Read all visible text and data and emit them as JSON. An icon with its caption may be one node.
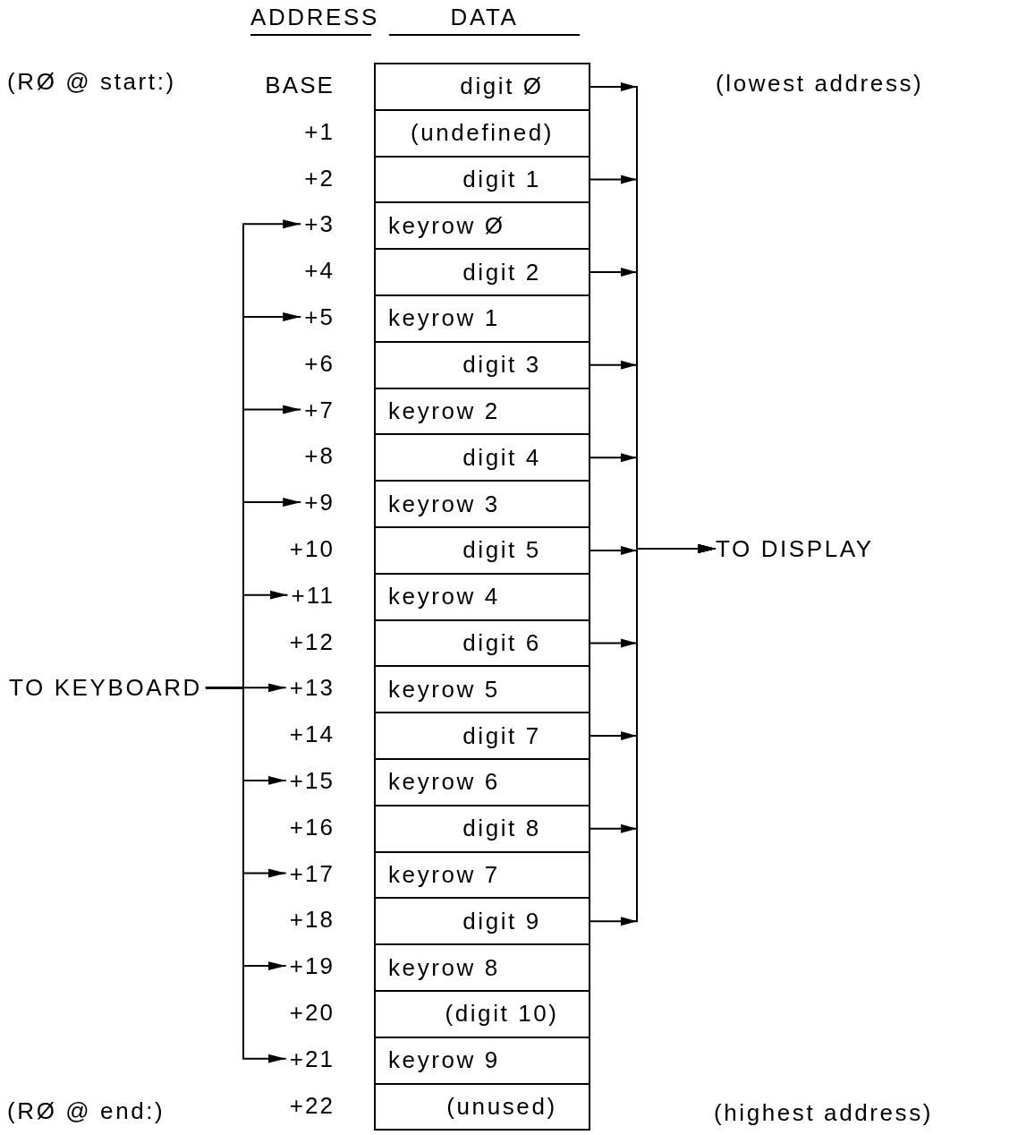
{
  "diagram": {
    "nodes": [
      {
        "text": [
          "BASE"
        ]
      },
      {
        "text": [
          "+1"
        ]
      },
      {
        "text": [
          "+2"
        ]
      },
      {
        "text": [
          "+3"
        ]
      },
      {
        "text": [
          "+4"
        ]
      },
      {
        "text": [
          "+5"
        ]
      },
      {
        "text": [
          "+6"
        ]
      },
      {
        "text": [
          "+7"
        ]
      },
      {
        "text": [
          "+8"
        ]
      },
      {
        "text": [
          "+9"
        ]
      },
      {
        "text": [
          "+10"
        ]
      },
      {
        "text": [
          "+11"
        ]
      },
      {
        "text": [
          "+12"
        ]
      },
      {
        "text": [
          "+13"
        ]
      },
      {
        "text": [
          "+14"
        ]
      },
      {
        "text": [
          "+15"
        ]
      },
      {
        "text": [
          "+16"
        ]
      },
      {
        "text": [
          "+17"
        ]
      },
      {
        "text": [
          "+18"
        ]
      },
      {
        "text": [
          "+19"
        ]
      },
      {
        "text": [
          "+20"
        ]
      },
      {
        "text": [
          "+21"
        ]
      },
      {
        "text": [
          "+22"
        ]
      },
      {
        "text": [
          "digit Ø"
        ]
      },
      {
        "text": [
          "(undefined)"
        ]
      },
      {
        "text": [
          "digit 1"
        ]
      },
      {
        "text": [
          "keyrow Ø"
        ]
      },
      {
        "text": [
          "digit 2"
        ]
      },
      {
        "text": [
          "keyrow 1"
        ]
      },
      {
        "text": [
          "digit 3"
        ]
      },
      {
        "text": [
          "keyrow 2"
        ]
      },
      {
        "text": [
          "digit 4"
        ]
      },
      {
        "text": [
          "keyrow 3"
        ]
      },
      {
        "text": [
          "digit 5"
        ]
      },
      {
        "text": [
          "keyrow 4"
        ]
      },
      {
        "text": [
          "digit 6"
        ]
      },
      {
        "text": [
          "keyrow 5"
        ]
      },
      {
        "text": [
          "digit 7"
        ]
      },
      {
        "text": [
          "keyrow 6"
        ]
      },
      {
        "text": [
          "digit 8"
        ]
      },
      {
        "text": [
          "keyrow 7"
        ]
      },
      {
        "text": [
          "digit 9"
        ]
      },
      {
        "text": [
          "keyrow 8"
        ]
      },
      {
        "text": [
          "(digit 10)"
        ]
      },
      {
        "text": [
          "keyrow 9"
        ]
      },
      {
        "text": [
          "(unused)"
        ]
      },
      {
        "text": [
          "TO KEYBOARD"
        ]
      },
      {
        "text": [
          "TO DISPLAY"
        ]
      }
    ],
    "edges": [
      {
        "from": 23,
        "to": 47,
        "arrow": "to"
      },
      {
        "from": 25,
        "to": 47,
        "arrow": "to"
      },
      {
        "from": 27,
        "to": 47,
        "arrow": "to"
      },
      {
        "from": 29,
        "to": 47,
        "arrow": "to"
      },
      {
        "from": 31,
        "to": 47,
        "arrow": "to"
      },
      {
        "from": 33,
        "to": 47,
        "arrow": "to"
      },
      {
        "from": 35,
        "to": 47,
        "arrow": "to"
      },
      {
        "from": 37,
        "to": 47,
        "arrow": "to"
      },
      {
        "from": 39,
        "to": 47,
        "arrow": "to"
      },
      {
        "from": 41,
        "to": 47,
        "arrow": "to"
      },
      {
        "from": 46,
        "to": 3,
        "arrow": "to"
      },
      {
        "from": 46,
        "to": 5,
        "arrow": "to"
      },
      {
        "from": 46,
        "to": 7,
        "arrow": "to"
      },
      {
        "from": 46,
        "to": 9,
        "arrow": "to"
      },
      {
        "from": 46,
        "to": 11,
        "arrow": "to"
      },
      {
        "from": 46,
        "to": 13,
        "arrow": "to"
      },
      {
        "from": 46,
        "to": 15,
        "arrow": "to"
      },
      {
        "from": 46,
        "to": 17,
        "arrow": "to"
      },
      {
        "from": 46,
        "to": 19,
        "arrow": "to"
      },
      {
        "from": 46,
        "to": 21,
        "arrow": "to"
      }
    ],
    "labels": [
      "ADDRESS",
      "DATA",
      "(RØ @ start:)",
      "(lowest address)",
      "(RØ @ end:)",
      "(highest address)"
    ]
  }
}
